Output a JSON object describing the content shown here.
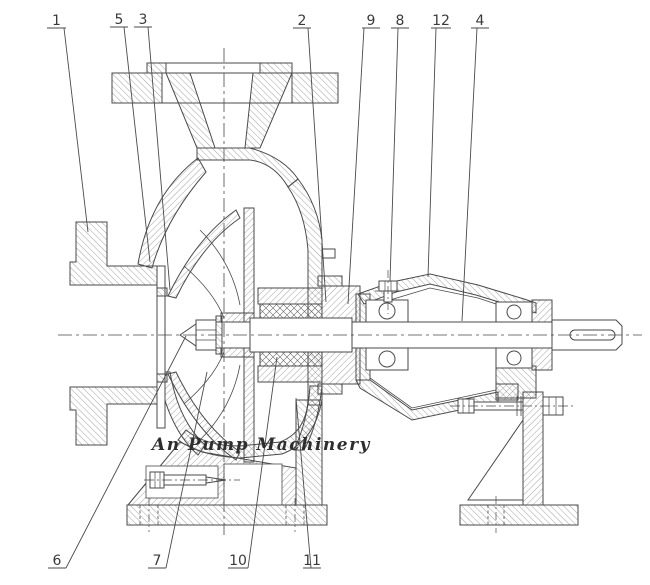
{
  "drawing": {
    "watermark": "An Pump Machinery",
    "background": "#ffffff",
    "line_color": "#4a4a4a",
    "hatch_color": "#707070",
    "label_color": "#3a3a3a",
    "callouts": [
      {
        "label": "1",
        "underline": [
          47,
          66,
          28
        ],
        "leader": [
          [
            64,
            28
          ],
          [
            88,
            232
          ]
        ]
      },
      {
        "label": "5",
        "underline": [
          110,
          128,
          27
        ],
        "leader": [
          [
            124,
            27
          ],
          [
            150,
            262
          ]
        ]
      },
      {
        "label": "3",
        "underline": [
          134,
          152,
          27
        ],
        "leader": [
          [
            148,
            27
          ],
          [
            170,
            290
          ]
        ]
      },
      {
        "label": "2",
        "underline": [
          293,
          311,
          28
        ],
        "leader": [
          [
            308,
            28
          ],
          [
            326,
            302
          ]
        ]
      },
      {
        "label": "9",
        "underline": [
          362,
          380,
          28
        ],
        "leader": [
          [
            364,
            28
          ],
          [
            348,
            304
          ]
        ]
      },
      {
        "label": "8",
        "underline": [
          391,
          409,
          28
        ],
        "leader": [
          [
            398,
            28
          ],
          [
            390,
            281
          ]
        ]
      },
      {
        "label": "12",
        "underline": [
          431,
          451,
          28
        ],
        "leader": [
          [
            436,
            28
          ],
          [
            428,
            277
          ]
        ]
      },
      {
        "label": "4",
        "underline": [
          471,
          489,
          28
        ],
        "leader": [
          [
            477,
            28
          ],
          [
            462,
            321
          ]
        ]
      },
      {
        "label": "6",
        "underline": [
          48,
          66,
          568
        ],
        "leader": [
          [
            66,
            568
          ],
          [
            186,
            336
          ]
        ]
      },
      {
        "label": "7",
        "underline": [
          148,
          166,
          568
        ],
        "leader": [
          [
            166,
            568
          ],
          [
            207,
            372
          ]
        ]
      },
      {
        "label": "10",
        "underline": [
          228,
          248,
          568
        ],
        "leader": [
          [
            248,
            568
          ],
          [
            277,
            357
          ]
        ]
      },
      {
        "label": "11",
        "underline": [
          303,
          321,
          568
        ],
        "leader": [
          [
            311,
            568
          ],
          [
            296,
            398
          ]
        ]
      }
    ]
  }
}
